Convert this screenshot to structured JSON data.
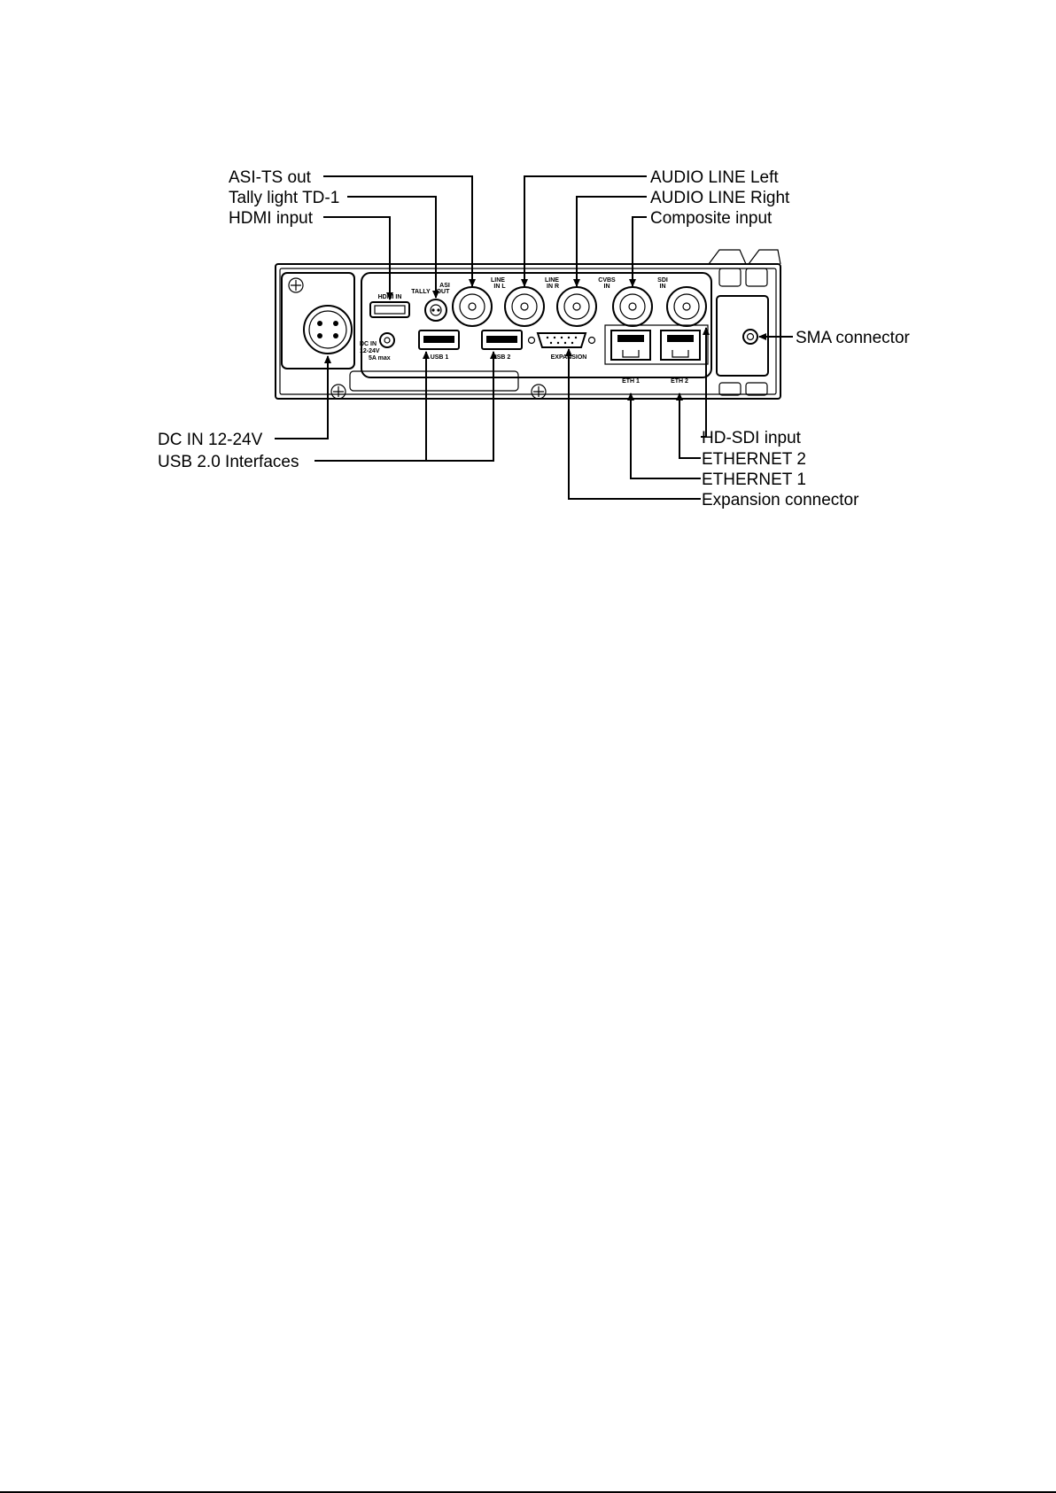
{
  "callouts": {
    "asi_ts_out": "ASI-TS out",
    "tally_light": "Tally light TD-1",
    "hdmi_input": "HDMI input",
    "audio_left": "AUDIO LINE Left",
    "audio_right": "AUDIO LINE Right",
    "composite_input": "Composite input",
    "sma_connector": "SMA connector",
    "dc_in": "DC IN 12-24V",
    "usb_interfaces": "USB 2.0 Interfaces",
    "hd_sdi_input": "HD-SDI input",
    "ethernet_2": "ETHERNET 2",
    "ethernet_1": "ETHERNET 1",
    "expansion_connector": "Expansion connector"
  },
  "panel_labels": {
    "hdmi_in": "HDMI IN",
    "tally": "TALLY",
    "asi": "ASI",
    "out": "OUT",
    "line": "LINE",
    "in_l": "IN L",
    "line_r": "LINE",
    "in_r": "IN R",
    "cvbs": "CVBS",
    "cvbs_in": "IN",
    "sdi": "SDI",
    "sdi_in": "IN",
    "dc_in": "DC IN",
    "dc_voltage": "12-24V",
    "dc_current": "5A max",
    "usb1": "USB 1",
    "usb2": "USB 2",
    "expansion": "EXPANSION",
    "eth1": "ETH 1",
    "eth2": "ETH 2"
  }
}
